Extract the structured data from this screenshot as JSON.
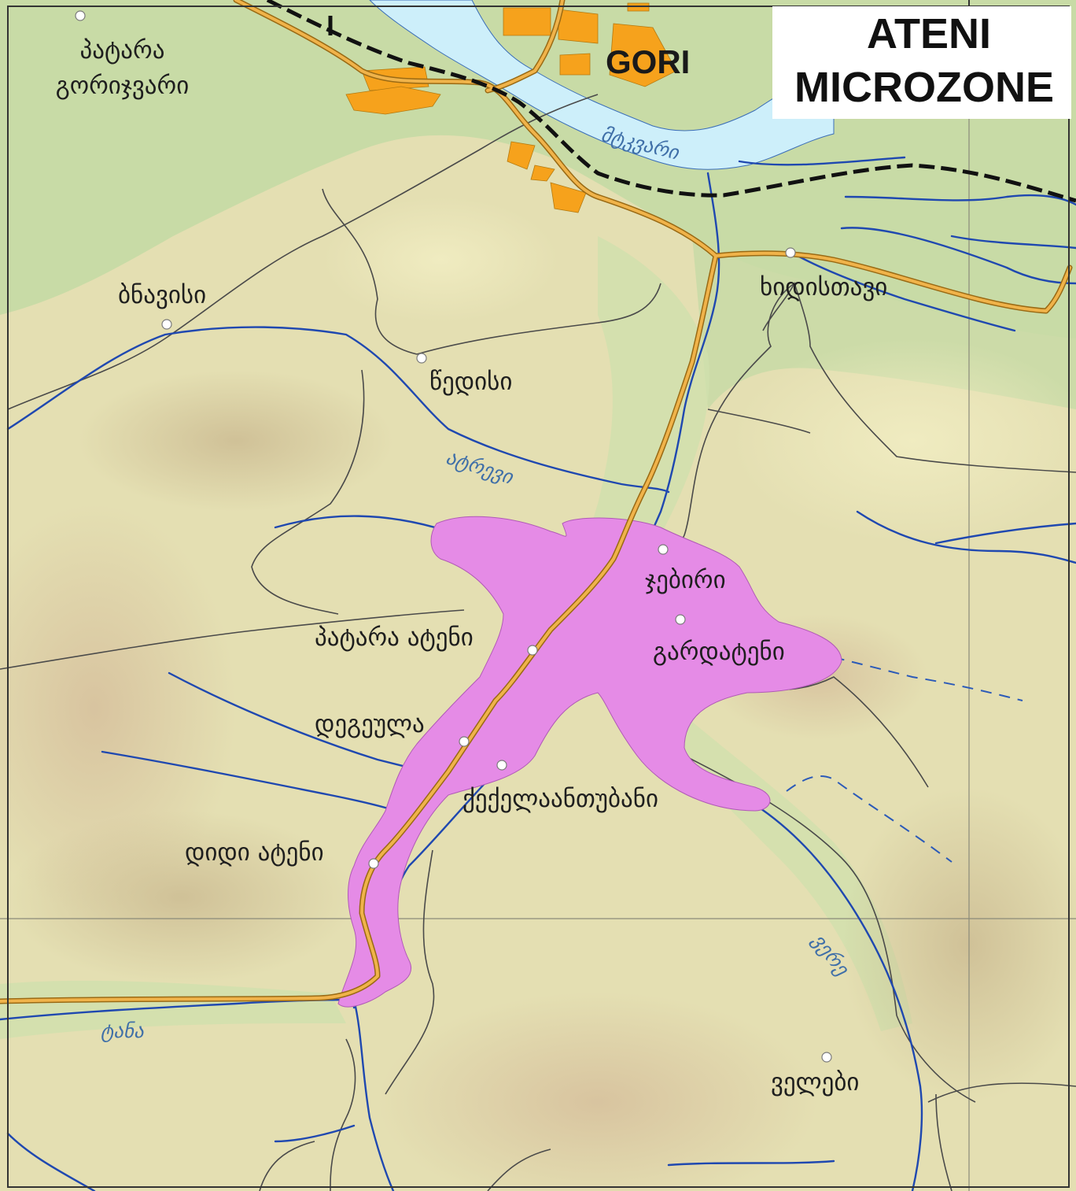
{
  "title": {
    "line1": "ATENI",
    "line2": "MICROZONE"
  },
  "city": "GORI",
  "settlements": [
    {
      "id": "patara-gorijvari",
      "name": "პატარა\nგორიჯვარი"
    },
    {
      "id": "bnavisi",
      "name": "ბნავისი"
    },
    {
      "id": "tsedisi",
      "name": "წედისი"
    },
    {
      "id": "khidistavi",
      "name": "ხიდისთავი"
    },
    {
      "id": "jebiri",
      "name": "ჯებირი"
    },
    {
      "id": "patara-ateni",
      "name": "პატარა ატენი"
    },
    {
      "id": "gardateni",
      "name": "გარდატენი"
    },
    {
      "id": "degeula",
      "name": "დეგეულა"
    },
    {
      "id": "kekelaantubani",
      "name": "ქექელაანთუბანი"
    },
    {
      "id": "didi-ateni",
      "name": "დიდი ატენი"
    },
    {
      "id": "velebi",
      "name": "ველები"
    }
  ],
  "rivers": [
    {
      "id": "mtkvari",
      "name": "მტკვარი"
    },
    {
      "id": "atrevi",
      "name": "ატრევი"
    },
    {
      "id": "vere",
      "name": "ვერე"
    },
    {
      "id": "tana",
      "name": "ტანა"
    }
  ],
  "colors": {
    "lowland": "#c9dca6",
    "hills": "#e6e1b4",
    "mountains": "#dccaa6",
    "river_area": "#cdf0fb",
    "river_line": "#1f48b0",
    "road": "#e8a035",
    "urban": "#f6a21c",
    "microzone": "#e58be6",
    "railway": "#111111"
  }
}
